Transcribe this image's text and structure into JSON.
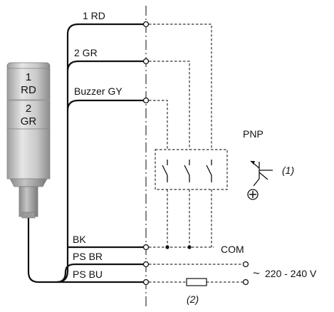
{
  "wires": {
    "red": "1 RD",
    "green": "2 GR",
    "buzzer": "Buzzer GY",
    "black": "BK",
    "ps_brown": "PS BR",
    "ps_blue": "PS BU"
  },
  "lamp": {
    "segment1_number": "1",
    "segment1_color": "RD",
    "segment2_number": "2",
    "segment2_color": "GR"
  },
  "labels": {
    "com": "COM",
    "pnp": "PNP",
    "note1": "(1)",
    "note2": "(2)",
    "supply": "220 - 240 V",
    "ac_symbol": "~"
  },
  "colors": {
    "lamp_body": "#bdbdbd",
    "lamp_light": "#e8e8e8",
    "line": "#111111",
    "dashed": "#333333"
  }
}
